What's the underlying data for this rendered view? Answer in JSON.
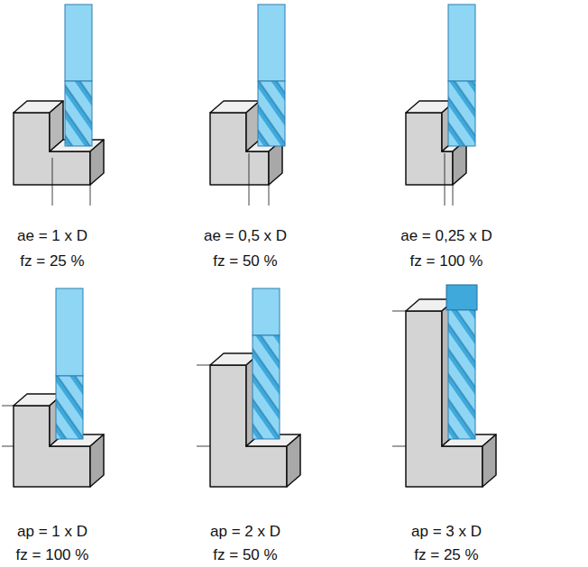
{
  "diagram": {
    "labels": [
      "ae = 1 x D",
      "ae = 0,5 x D",
      "ae = 0,25 x D",
      "fz = 25 %",
      "fz = 50 %",
      "fz = 100 %",
      "ap = 1 x D",
      "ap = 2 x D",
      "ap = 3 x D",
      "fz = 100 %",
      "fz = 50 %",
      "fz = 25 %"
    ]
  }
}
